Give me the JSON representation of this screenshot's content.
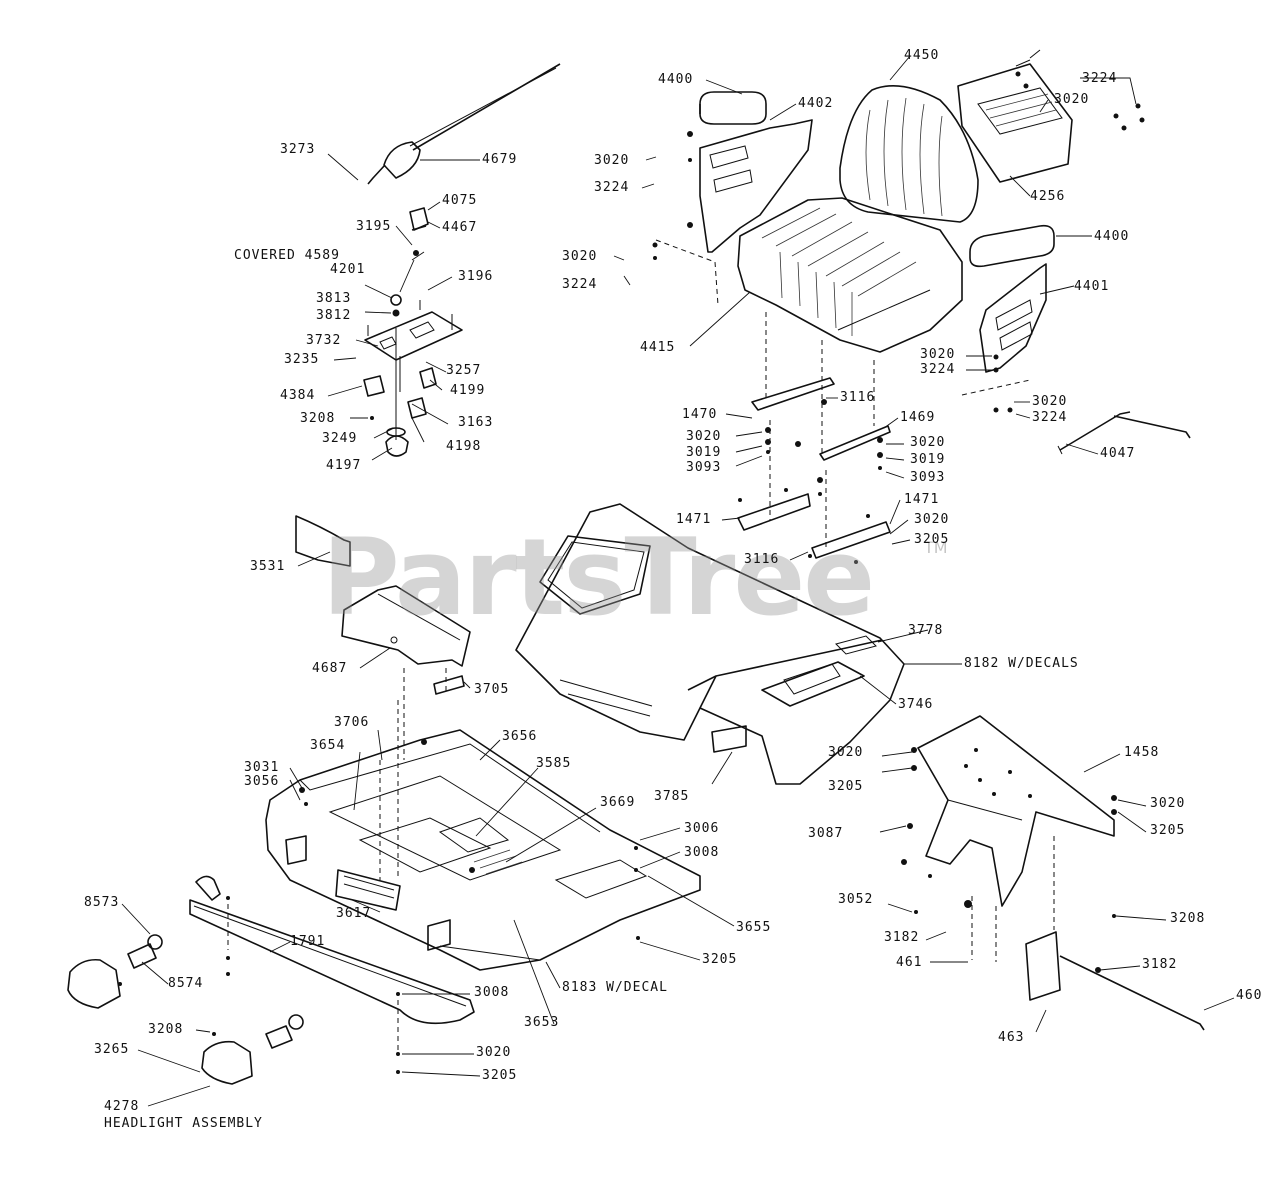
{
  "watermark": {
    "text": "PartsTree",
    "tm": "TM"
  },
  "parts": [
    {
      "id": "p3273",
      "label": "3273"
    },
    {
      "id": "p4679",
      "label": "4679"
    },
    {
      "id": "p4075",
      "label": "4075"
    },
    {
      "id": "p4467",
      "label": "4467"
    },
    {
      "id": "p3195",
      "label": "3195"
    },
    {
      "id": "p4589",
      "label": "COVERED  4589"
    },
    {
      "id": "p4201",
      "label": "4201"
    },
    {
      "id": "p3196",
      "label": "3196"
    },
    {
      "id": "p3813",
      "label": "3813"
    },
    {
      "id": "p3812",
      "label": "3812"
    },
    {
      "id": "p3732",
      "label": "3732"
    },
    {
      "id": "p3235",
      "label": "3235"
    },
    {
      "id": "p3257",
      "label": "3257"
    },
    {
      "id": "p4384",
      "label": "4384"
    },
    {
      "id": "p4199",
      "label": "4199"
    },
    {
      "id": "p3208a",
      "label": "3208"
    },
    {
      "id": "p3163",
      "label": "3163"
    },
    {
      "id": "p3249",
      "label": "3249"
    },
    {
      "id": "p4198",
      "label": "4198"
    },
    {
      "id": "p4197",
      "label": "4197"
    },
    {
      "id": "p4400a",
      "label": "4400"
    },
    {
      "id": "p4402",
      "label": "4402"
    },
    {
      "id": "p3020a",
      "label": "3020"
    },
    {
      "id": "p3224a",
      "label": "3224"
    },
    {
      "id": "p3020b",
      "label": "3020"
    },
    {
      "id": "p3224b",
      "label": "3224"
    },
    {
      "id": "p4415",
      "label": "4415"
    },
    {
      "id": "p4450",
      "label": "4450"
    },
    {
      "id": "p3224c",
      "label": "3224"
    },
    {
      "id": "p3020c",
      "label": "3020"
    },
    {
      "id": "p4256",
      "label": "4256"
    },
    {
      "id": "p4400b",
      "label": "4400"
    },
    {
      "id": "p4401",
      "label": "4401"
    },
    {
      "id": "p3020d",
      "label": "3020"
    },
    {
      "id": "p3224d",
      "label": "3224"
    },
    {
      "id": "p3020e",
      "label": "3020"
    },
    {
      "id": "p3224e",
      "label": "3224"
    },
    {
      "id": "p4047",
      "label": "4047"
    },
    {
      "id": "p1470",
      "label": "1470"
    },
    {
      "id": "p3116a",
      "label": "3116"
    },
    {
      "id": "p1469",
      "label": "1469"
    },
    {
      "id": "p3020f",
      "label": "3020"
    },
    {
      "id": "p3019a",
      "label": "3019"
    },
    {
      "id": "p3093a",
      "label": "3093"
    },
    {
      "id": "p3020g",
      "label": "3020"
    },
    {
      "id": "p3019b",
      "label": "3019"
    },
    {
      "id": "p3093b",
      "label": "3093"
    },
    {
      "id": "p1471a",
      "label": "1471"
    },
    {
      "id": "p1471b",
      "label": "1471"
    },
    {
      "id": "p3020h",
      "label": "3020"
    },
    {
      "id": "p3205a",
      "label": "3205"
    },
    {
      "id": "p3116b",
      "label": "3116"
    },
    {
      "id": "p3531",
      "label": "3531"
    },
    {
      "id": "p4687",
      "label": "4687"
    },
    {
      "id": "p3705",
      "label": "3705"
    },
    {
      "id": "p3778",
      "label": "3778"
    },
    {
      "id": "p8182",
      "label": "8182 W/DECALS"
    },
    {
      "id": "p3746",
      "label": "3746"
    },
    {
      "id": "p3785",
      "label": "3785"
    },
    {
      "id": "p3706",
      "label": "3706"
    },
    {
      "id": "p3654",
      "label": "3654"
    },
    {
      "id": "p3656",
      "label": "3656"
    },
    {
      "id": "p3031",
      "label": "3031"
    },
    {
      "id": "p3056",
      "label": "3056"
    },
    {
      "id": "p3585",
      "label": "3585"
    },
    {
      "id": "p3669",
      "label": "3669"
    },
    {
      "id": "p3006",
      "label": "3006"
    },
    {
      "id": "p3008a",
      "label": "3008"
    },
    {
      "id": "p3655",
      "label": "3655"
    },
    {
      "id": "p3617",
      "label": "3617"
    },
    {
      "id": "p3205b",
      "label": "3205"
    },
    {
      "id": "p8183",
      "label": "8183 W/DECAL"
    },
    {
      "id": "p3653",
      "label": "3653"
    },
    {
      "id": "p8573",
      "label": "8573"
    },
    {
      "id": "p1791",
      "label": "1791"
    },
    {
      "id": "p8574",
      "label": "8574"
    },
    {
      "id": "p3008b",
      "label": "3008"
    },
    {
      "id": "p3208b",
      "label": "3208"
    },
    {
      "id": "p3265",
      "label": "3265"
    },
    {
      "id": "p3020i",
      "label": "3020"
    },
    {
      "id": "p3205c",
      "label": "3205"
    },
    {
      "id": "p4278",
      "label": "4278"
    },
    {
      "id": "pHeadlight",
      "label": "HEADLIGHT ASSEMBLY"
    },
    {
      "id": "p1458",
      "label": "1458"
    },
    {
      "id": "p3020j",
      "label": "3020"
    },
    {
      "id": "p3205d",
      "label": "3205"
    },
    {
      "id": "p3020k",
      "label": "3020"
    },
    {
      "id": "p3205e",
      "label": "3205"
    },
    {
      "id": "p3087",
      "label": "3087"
    },
    {
      "id": "p3052",
      "label": "3052"
    },
    {
      "id": "p3182a",
      "label": "3182"
    },
    {
      "id": "p461",
      "label": "461"
    },
    {
      "id": "p3208c",
      "label": "3208"
    },
    {
      "id": "p3182b",
      "label": "3182"
    },
    {
      "id": "p460",
      "label": "460"
    },
    {
      "id": "p463",
      "label": "463"
    }
  ]
}
